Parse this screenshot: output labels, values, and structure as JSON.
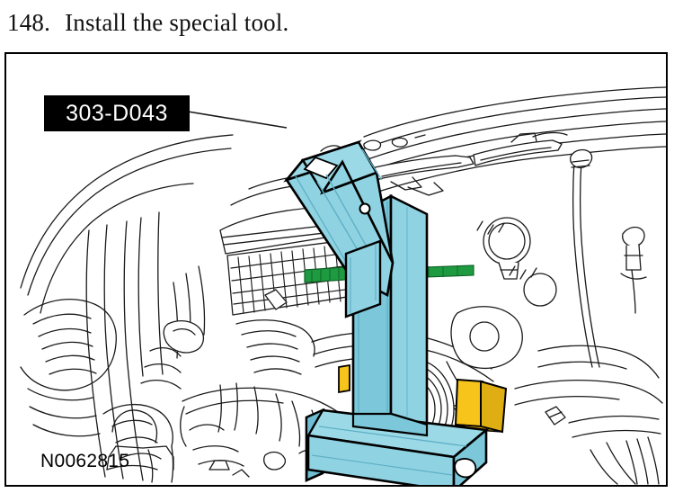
{
  "document": {
    "type": "service-manual-step",
    "step_number": "148.",
    "step_text": "Install the special tool."
  },
  "figure": {
    "id_code": "N0062815",
    "callout": {
      "tool_number": "303-D043",
      "style": "white-text-on-black-box"
    },
    "caption_position": "bottom-left",
    "subject": "engine-bay-line-art-with-special-tool",
    "colors": {
      "tool_fill": "#8FD3E2",
      "tool_fill_shade": "#7CC7DA",
      "tool_fill_dark": "#6FBDD2",
      "tool_outline": "#000000",
      "wedge_yellow": "#F6C41B",
      "wedge_yellow_dark": "#DFAE12",
      "rod_green": "#1E9B40",
      "rod_green_dark": "#157A31",
      "line_art": "#1A1A1A",
      "background": "#FFFFFF",
      "frame_border": "#000000"
    },
    "annotations": [
      {
        "name": "leader-line",
        "from": "callout-box-right-edge",
        "to": "special-tool-upper-arm"
      }
    ],
    "parts_depicted": [
      "windshield-wipers",
      "cowl-panel",
      "radiator-heat-exchanger-grille",
      "crankshaft-pulley",
      "coolant-hoses",
      "wiring-harness",
      "engine-mount-bracket",
      "special-tool-303-D043",
      "threaded-green-rod"
    ]
  }
}
